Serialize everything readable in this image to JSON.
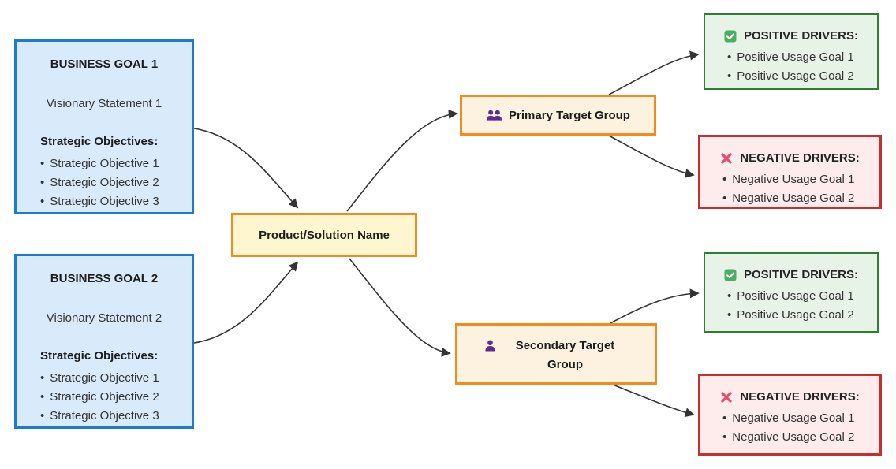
{
  "goals": [
    {
      "title": "BUSINESS GOAL 1",
      "visionary": "Visionary Statement 1",
      "objectives_heading": "Strategic Objectives:",
      "objectives": [
        "Strategic Objective 1",
        "Strategic Objective 2",
        "Strategic Objective 3"
      ]
    },
    {
      "title": "BUSINESS GOAL 2",
      "visionary": "Visionary Statement 2",
      "objectives_heading": "Strategic Objectives:",
      "objectives": [
        "Strategic Objective 1",
        "Strategic Objective 2",
        "Strategic Objective 3"
      ]
    }
  ],
  "product": {
    "label": "Product/Solution Name"
  },
  "target_groups": [
    {
      "label": "Primary Target Group",
      "icon": "people-icon"
    },
    {
      "label": "Secondary Target Group",
      "icon": "person-icon"
    }
  ],
  "drivers": [
    {
      "kind": "positive",
      "icon": "check-icon",
      "heading": "POSITIVE DRIVERS:",
      "items": [
        "Positive Usage Goal 1",
        "Positive Usage Goal 2"
      ]
    },
    {
      "kind": "negative",
      "icon": "x-icon",
      "heading": "NEGATIVE DRIVERS:",
      "items": [
        "Negative Usage Goal 1",
        "Negative Usage Goal 2"
      ]
    },
    {
      "kind": "positive",
      "icon": "check-icon",
      "heading": "POSITIVE DRIVERS:",
      "items": [
        "Positive Usage Goal 1",
        "Positive Usage Goal 2"
      ]
    },
    {
      "kind": "negative",
      "icon": "x-icon",
      "heading": "NEGATIVE DRIVERS:",
      "items": [
        "Negative Usage Goal 1",
        "Negative Usage Goal 2"
      ]
    }
  ],
  "colors": {
    "goal_fill": "#d9eafb",
    "goal_border": "#1b7ccc",
    "product_fill": "#fdf6cf",
    "target_fill": "#fdf1e0",
    "orange_border": "#f08c1d",
    "positive_fill": "#e8f3e8",
    "positive_border": "#2e7d32",
    "negative_fill": "#fdeceb",
    "negative_border": "#c62f2f",
    "arrow": "#333333",
    "check_icon_green": "#4cad63",
    "x_icon_pink": "#e8496c",
    "person_icon_purple": "#5b2d91"
  }
}
